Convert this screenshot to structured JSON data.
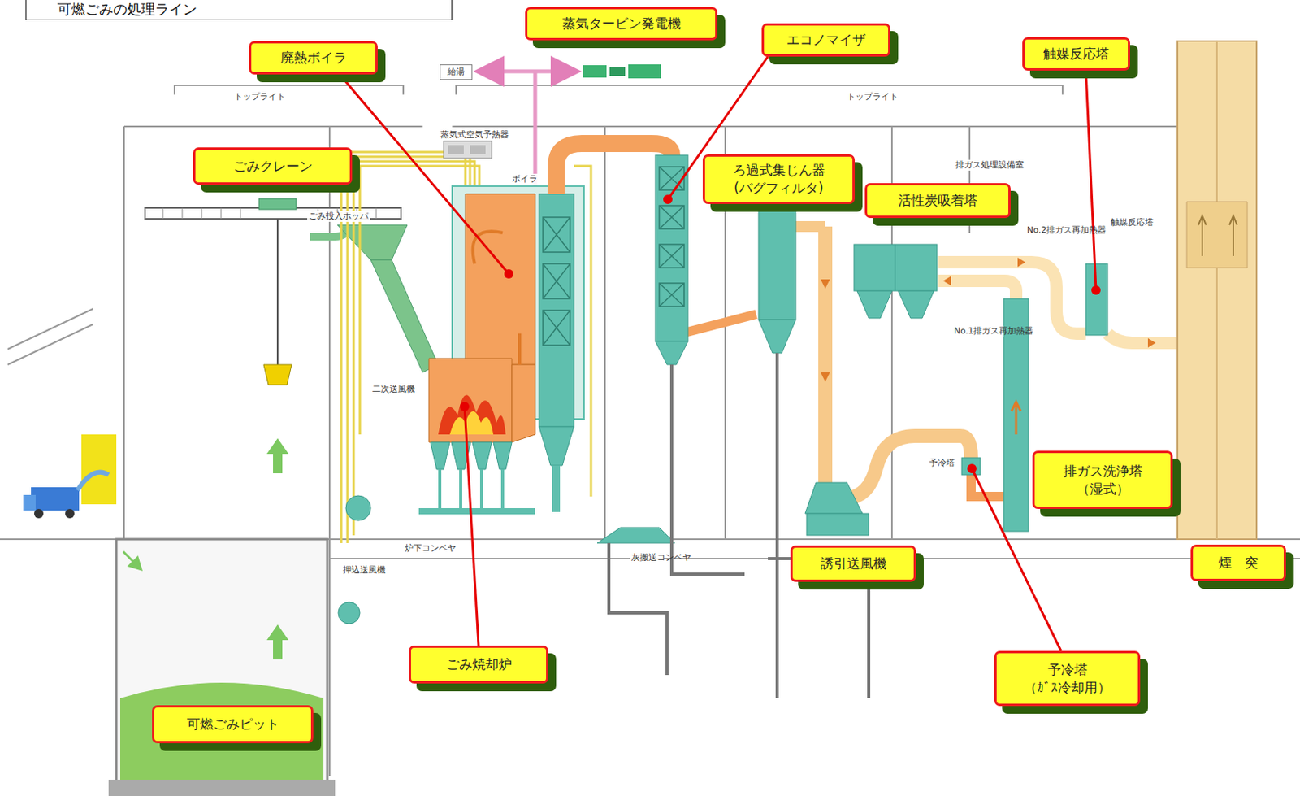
{
  "diagram": {
    "title": "可燃ごみの処理ライン",
    "nodes": [
      {
        "text": [
          "蒸気タービン発電機"
        ]
      },
      {
        "text": [
          "エコノマイザ"
        ]
      },
      {
        "text": [
          "廃熱ボイラ"
        ]
      },
      {
        "text": [
          "触媒反応塔"
        ]
      },
      {
        "text": [
          "給湯"
        ]
      },
      {
        "text": [
          "ごみクレーン"
        ]
      },
      {
        "text": [
          "ろ過式集じん器 (バグフィルタ)"
        ]
      },
      {
        "text": [
          "活性炭吸着塔"
        ]
      },
      {
        "text": [
          "排ガス洗浄塔 （湿式）"
        ]
      },
      {
        "text": [
          "誘引送風機"
        ]
      },
      {
        "text": [
          "煙　突"
        ]
      },
      {
        "text": [
          "ごみ焼却炉"
        ]
      },
      {
        "text": [
          "予冷塔 （ｶﾞｽ冷却用）"
        ]
      },
      {
        "text": [
          "可燃ごみピット"
        ]
      }
    ],
    "labels": [
      "トップライト",
      "トップライト",
      "蒸気式空気予熱器",
      "ボイラ",
      "ごみ投入ホッパ",
      "二次送風機",
      "炉下コンベヤ",
      "押込送風機",
      "灰搬送コンベヤ",
      "排ガス処理設備室",
      "触媒反応塔",
      "No.2排ガス再加熱器",
      "No.1排ガス再加熱器",
      "予冷塔"
    ]
  }
}
